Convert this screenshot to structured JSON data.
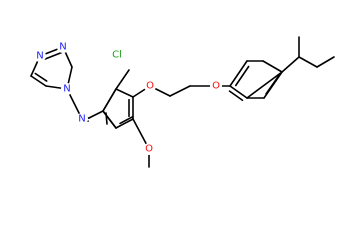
{
  "colors": {
    "bond": "#000000",
    "nitrogen": "#2121ff",
    "oxygen": "#ff0d0d",
    "chlorine": "#1fa01f",
    "background": "#ffffff"
  },
  "atoms": [
    {
      "id": "n_ring1",
      "element": "N",
      "label": "N"
    },
    {
      "id": "n_ring2",
      "element": "N",
      "label": "N"
    },
    {
      "id": "n_ring4",
      "element": "N",
      "label": "N"
    },
    {
      "id": "n_imine",
      "element": "N",
      "label": "N"
    },
    {
      "id": "cl",
      "element": "Cl",
      "label": "Cl"
    },
    {
      "id": "o_aryl1",
      "element": "O",
      "label": "O"
    },
    {
      "id": "o_aryl2",
      "element": "O",
      "label": "O"
    },
    {
      "id": "o_methoxy",
      "element": "O",
      "label": "O"
    }
  ]
}
